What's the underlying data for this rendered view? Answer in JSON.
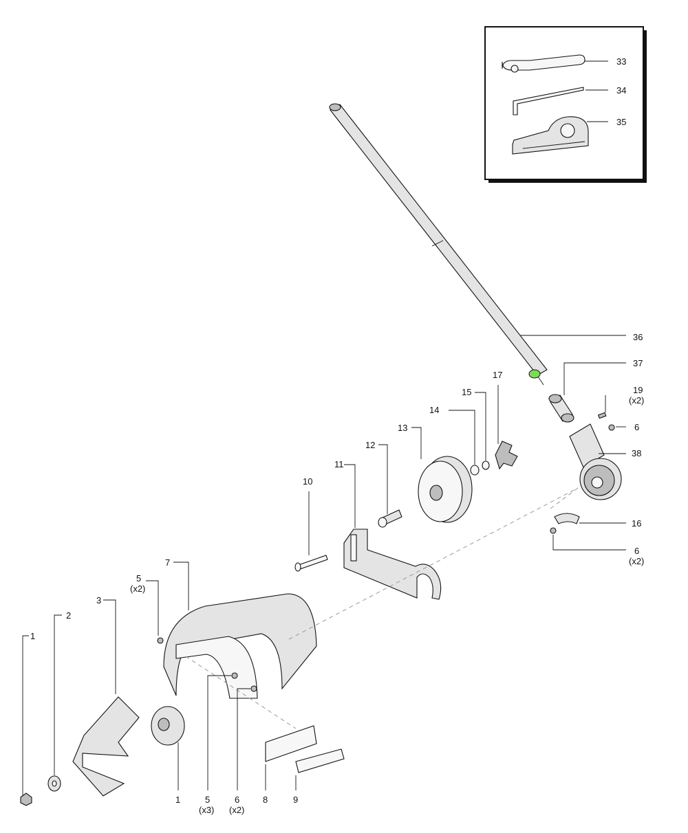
{
  "callouts": [
    {
      "id": "p1a",
      "number": "1",
      "qty": ""
    },
    {
      "id": "p1b",
      "number": "1",
      "qty": ""
    },
    {
      "id": "p2",
      "number": "2",
      "qty": ""
    },
    {
      "id": "p3",
      "number": "3",
      "qty": ""
    },
    {
      "id": "p5a",
      "number": "5",
      "qty": "(x2)"
    },
    {
      "id": "p5b",
      "number": "5",
      "qty": "(x3)"
    },
    {
      "id": "p6a",
      "number": "6",
      "qty": ""
    },
    {
      "id": "p6b",
      "number": "6",
      "qty": "(x2)"
    },
    {
      "id": "p6c",
      "number": "6",
      "qty": "(x2)"
    },
    {
      "id": "p7",
      "number": "7",
      "qty": ""
    },
    {
      "id": "p8",
      "number": "8",
      "qty": ""
    },
    {
      "id": "p9",
      "number": "9",
      "qty": ""
    },
    {
      "id": "p10",
      "number": "10",
      "qty": ""
    },
    {
      "id": "p11",
      "number": "11",
      "qty": ""
    },
    {
      "id": "p12",
      "number": "12",
      "qty": ""
    },
    {
      "id": "p13",
      "number": "13",
      "qty": ""
    },
    {
      "id": "p14",
      "number": "14",
      "qty": ""
    },
    {
      "id": "p15",
      "number": "15",
      "qty": ""
    },
    {
      "id": "p16",
      "number": "16",
      "qty": ""
    },
    {
      "id": "p17",
      "number": "17",
      "qty": ""
    },
    {
      "id": "p19",
      "number": "19",
      "qty": "(x2)"
    },
    {
      "id": "p33",
      "number": "33",
      "qty": ""
    },
    {
      "id": "p34",
      "number": "34",
      "qty": ""
    },
    {
      "id": "p35",
      "number": "35",
      "qty": ""
    },
    {
      "id": "p36",
      "number": "36",
      "qty": ""
    },
    {
      "id": "p37",
      "number": "37",
      "qty": ""
    },
    {
      "id": "p38",
      "number": "38",
      "qty": ""
    }
  ],
  "colors": {
    "accent_green": "#7ed957",
    "line": "#111111",
    "shade": "#bdbdbd",
    "fill": "#e4e4e4"
  }
}
